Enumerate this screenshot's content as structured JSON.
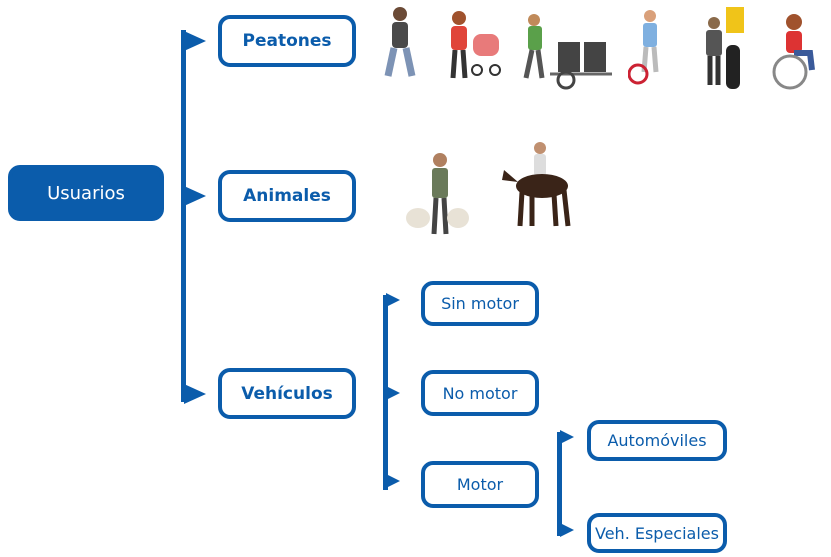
{
  "root": {
    "label": "Usuarios"
  },
  "level1": [
    {
      "label": "Peatones"
    },
    {
      "label": "Animales"
    },
    {
      "label": "Vehículos"
    }
  ],
  "vehiculos": [
    {
      "label": "Sin motor"
    },
    {
      "label": "No motor"
    },
    {
      "label": "Motor"
    }
  ],
  "motor": [
    {
      "label": "Automóviles"
    },
    {
      "label": "Veh. Especiales"
    }
  ],
  "colors": {
    "accent": "#0b5cab"
  },
  "images": {
    "peatones": [
      "walking-person",
      "person-with-stroller",
      "street-vendor-cart",
      "cyclist-walking-bike",
      "motorcyclist",
      "wheelchair-user"
    ],
    "animales": [
      "shepherd-with-sheep",
      "horse-rider"
    ]
  }
}
